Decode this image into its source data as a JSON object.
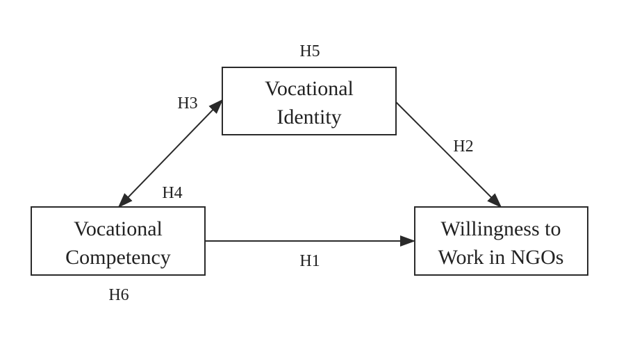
{
  "diagram": {
    "nodes": {
      "vocational_identity": {
        "line1": "Vocational",
        "line2": "Identity"
      },
      "vocational_competency": {
        "line1": "Vocational",
        "line2": "Competency"
      },
      "willingness": {
        "line1": "Willingness to",
        "line2": "Work in NGOs"
      }
    },
    "edges": [
      {
        "from": "vocational_competency",
        "to": "willingness",
        "direction": "forward",
        "label": "H1"
      },
      {
        "from": "vocational_identity",
        "to": "willingness",
        "direction": "forward",
        "label": "H2"
      },
      {
        "from": "vocational_competency",
        "to": "vocational_identity",
        "direction": "bidirectional",
        "label": "H3 / H4"
      }
    ],
    "labels": {
      "h1": "H1",
      "h2": "H2",
      "h3": "H3",
      "h4": "H4",
      "h5": "H5",
      "h6": "H6"
    },
    "colors": {
      "line": "#2a2a2a",
      "text": "#222222",
      "background": "#ffffff"
    }
  }
}
